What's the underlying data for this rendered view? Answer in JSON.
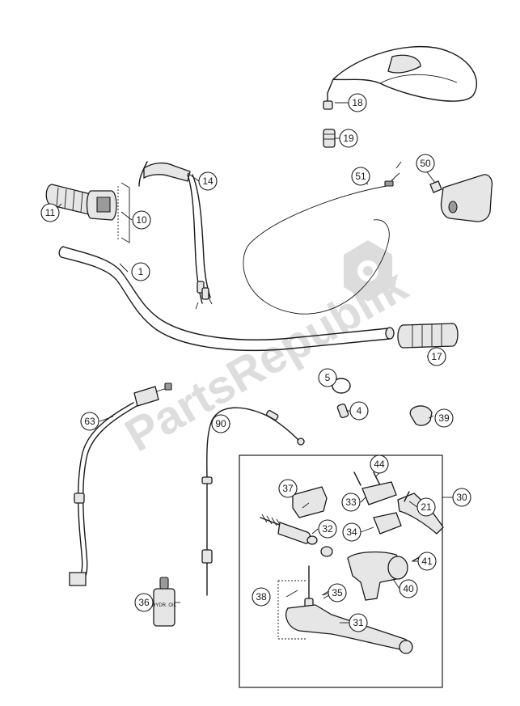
{
  "watermark": "PartsRepublik",
  "callouts": [
    {
      "id": "c1",
      "label": "1"
    },
    {
      "id": "c4",
      "label": "4"
    },
    {
      "id": "c5",
      "label": "5"
    },
    {
      "id": "c10",
      "label": "10"
    },
    {
      "id": "c11",
      "label": "11"
    },
    {
      "id": "c14",
      "label": "14"
    },
    {
      "id": "c17",
      "label": "17"
    },
    {
      "id": "c18",
      "label": "18"
    },
    {
      "id": "c19",
      "label": "19"
    },
    {
      "id": "c21",
      "label": "21"
    },
    {
      "id": "c30",
      "label": "30"
    },
    {
      "id": "c31",
      "label": "31"
    },
    {
      "id": "c32",
      "label": "32"
    },
    {
      "id": "c33",
      "label": "33"
    },
    {
      "id": "c34",
      "label": "34"
    },
    {
      "id": "c35",
      "label": "35"
    },
    {
      "id": "c36",
      "label": "36"
    },
    {
      "id": "c37",
      "label": "37"
    },
    {
      "id": "c38",
      "label": "38"
    },
    {
      "id": "c39",
      "label": "39"
    },
    {
      "id": "c40",
      "label": "40"
    },
    {
      "id": "c41",
      "label": "41"
    },
    {
      "id": "c44",
      "label": "44"
    },
    {
      "id": "c50",
      "label": "50"
    },
    {
      "id": "c51",
      "label": "51"
    },
    {
      "id": "c63",
      "label": "63"
    },
    {
      "id": "c90",
      "label": "90"
    }
  ],
  "bottle_label": "HYDR. OIL"
}
